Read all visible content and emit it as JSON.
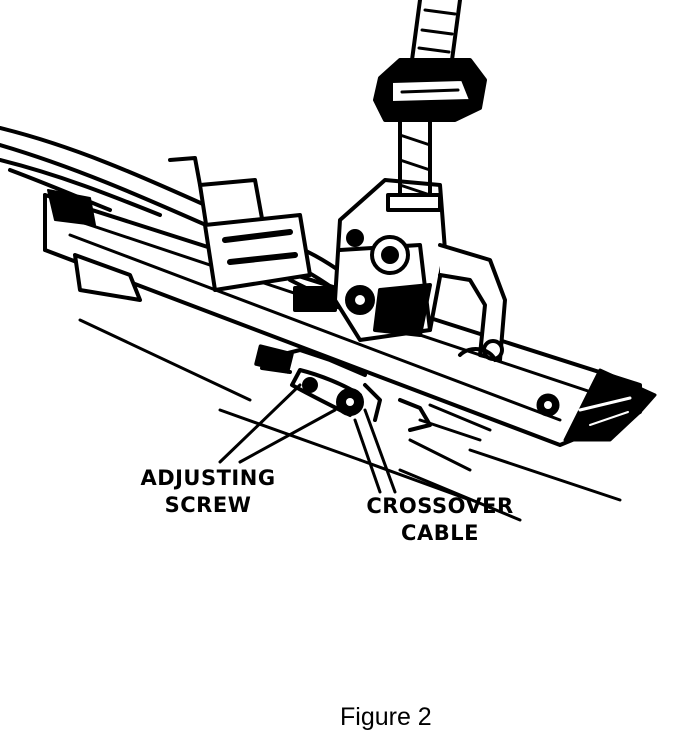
{
  "figure": {
    "caption": "Figure 2",
    "labels": {
      "adjusting_screw": [
        "ADJUSTING",
        "SCREW"
      ],
      "crossover_cable": [
        "CROSSOVER",
        "CABLE"
      ]
    },
    "colors": {
      "ink": "#000000",
      "paper": "#ffffff"
    }
  }
}
